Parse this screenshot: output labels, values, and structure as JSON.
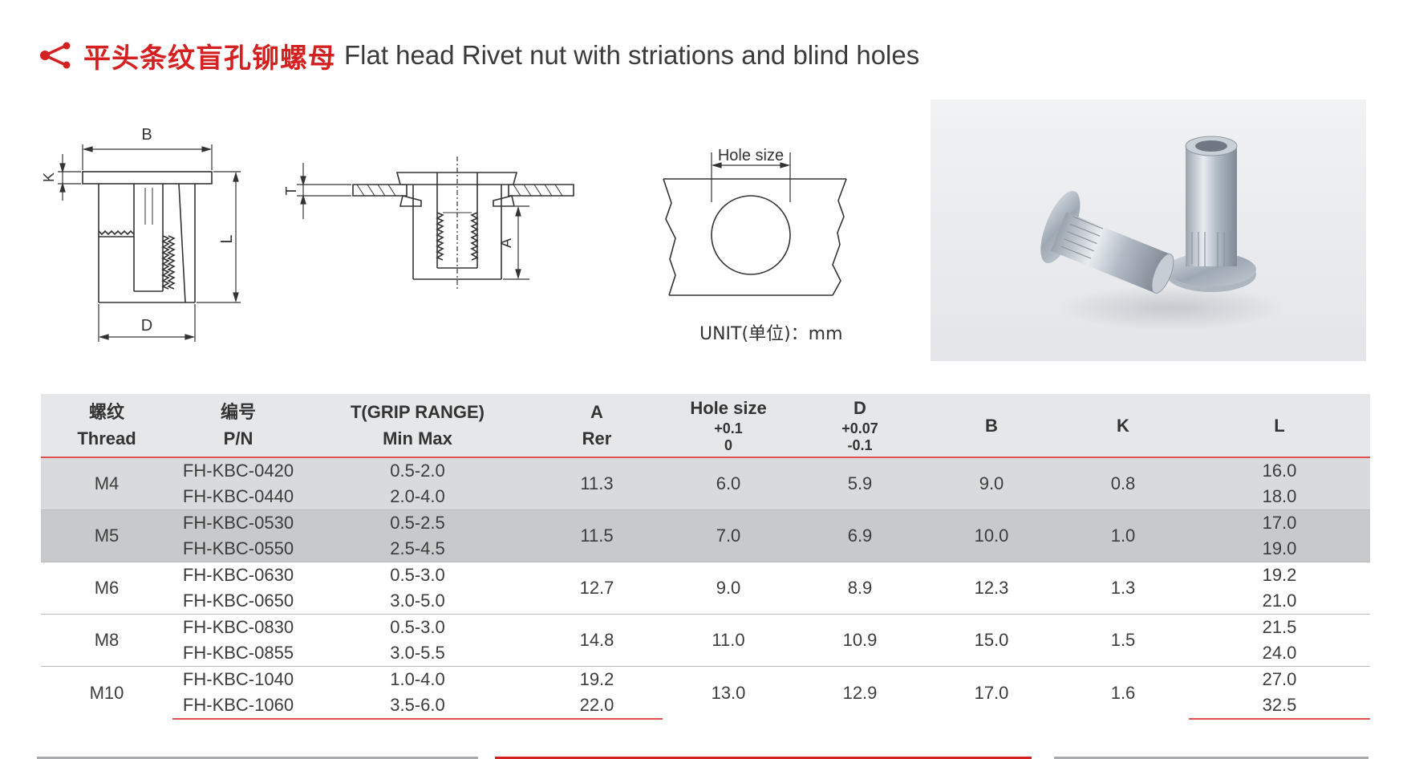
{
  "title": {
    "cn": "平头条纹盲孔铆螺母",
    "en": "Flat head Rivet nut with striations and blind holes"
  },
  "diagram": {
    "label_b": "B",
    "label_k": "K",
    "label_l": "L",
    "label_d": "D",
    "label_t": "T",
    "label_a": "A",
    "label_hole": "Hole size"
  },
  "unit_text": "UNIT(单位)：mm",
  "table": {
    "headers": [
      {
        "l1": "螺纹",
        "l2": "Thread"
      },
      {
        "l1": "编号",
        "l2": "P/N"
      },
      {
        "l1": "T(GRIP RANGE)",
        "l2": "Min Max"
      },
      {
        "l1": "A",
        "l2": "Rer"
      },
      {
        "l1": "Hole size",
        "l2": "+0.1",
        "l3": "0"
      },
      {
        "l1": "D",
        "l2": "+0.07",
        "l3": "-0.1"
      },
      {
        "l1": "B"
      },
      {
        "l1": "K"
      },
      {
        "l1": "L"
      }
    ],
    "rows": [
      {
        "thread": "M4",
        "pn": [
          "FH-KBC-0420",
          "FH-KBC-0440"
        ],
        "t": [
          "0.5-2.0",
          "2.0-4.0"
        ],
        "a": [
          "11.3"
        ],
        "hole": "6.0",
        "d": "5.9",
        "b": "9.0",
        "k": "0.8",
        "l": [
          "16.0",
          "18.0"
        ]
      },
      {
        "thread": "M5",
        "pn": [
          "FH-KBC-0530",
          "FH-KBC-0550"
        ],
        "t": [
          "0.5-2.5",
          "2.5-4.5"
        ],
        "a": [
          "11.5"
        ],
        "hole": "7.0",
        "d": "6.9",
        "b": "10.0",
        "k": "1.0",
        "l": [
          "17.0",
          "19.0"
        ]
      },
      {
        "thread": "M6",
        "pn": [
          "FH-KBC-0630",
          "FH-KBC-0650"
        ],
        "t": [
          "0.5-3.0",
          "3.0-5.0"
        ],
        "a": [
          "12.7"
        ],
        "hole": "9.0",
        "d": "8.9",
        "b": "12.3",
        "k": "1.3",
        "l": [
          "19.2",
          "21.0"
        ]
      },
      {
        "thread": "M8",
        "pn": [
          "FH-KBC-0830",
          "FH-KBC-0855"
        ],
        "t": [
          "0.5-3.0",
          "3.0-5.5"
        ],
        "a": [
          "14.8"
        ],
        "hole": "11.0",
        "d": "10.9",
        "b": "15.0",
        "k": "1.5",
        "l": [
          "21.5",
          "24.0"
        ]
      },
      {
        "thread": "M10",
        "pn": [
          "FH-KBC-1040",
          "FH-KBC-1060"
        ],
        "t": [
          "1.0-4.0",
          "3.5-6.0"
        ],
        "a": [
          "19.2",
          "22.0"
        ],
        "hole": "13.0",
        "d": "12.9",
        "b": "17.0",
        "k": "1.6",
        "l": [
          "27.0",
          "32.5"
        ]
      }
    ]
  },
  "colors": {
    "accent_red": "#d42020",
    "header_bg": "#e6e7e8",
    "row_gray": "#d9dadb",
    "row_gray_dark": "#c8c9ca",
    "bar_gray": "#a9aaab"
  },
  "icons": {
    "title_icon": "share-icon"
  }
}
